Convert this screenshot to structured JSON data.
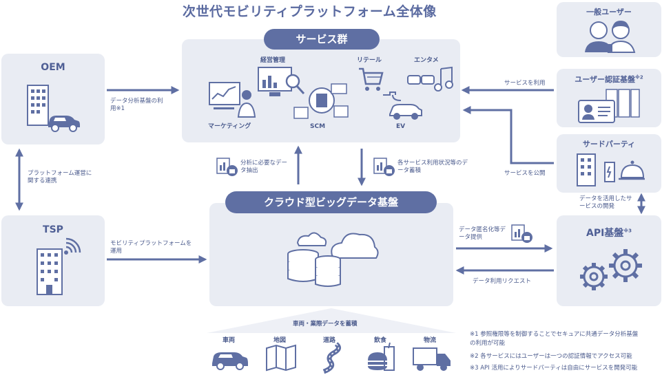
{
  "title": "次世代モビリティプラットフォーム全体像",
  "service_group": {
    "label": "サービス群",
    "items": [
      "経営管理",
      "リテール",
      "エンタメ",
      "マーケティング",
      "SCM",
      "EV"
    ]
  },
  "cloud": {
    "label": "クラウド型ビッグデータ基盤"
  },
  "oem": {
    "label": "OEM"
  },
  "tsp": {
    "label": "TSP"
  },
  "general_user": {
    "label": "一般ユーザー"
  },
  "user_auth": {
    "label": "ユーザー認証基盤",
    "note": "※2"
  },
  "third_party": {
    "label": "サードパーティ"
  },
  "api": {
    "label": "API基盤",
    "note": "※3"
  },
  "arrows": {
    "oem_to_service": "データ分析基盤の利用※1",
    "oem_tsp": "プラットフォーム運営に関する連携",
    "tsp_to_cloud": "モビリティプラットフォームを運用",
    "extract": "分析に必要なデータ抽出",
    "accumulate": "各サービス利用状況等のデータ蓄積",
    "use_service": "サービスを利用",
    "publish_service": "サービスを公開",
    "third_api": "データを活用したサービスの開発",
    "anon": "データ匿名化等データ提供",
    "request": "データ利用リクエスト"
  },
  "accumulate_section": {
    "label": "車両・業際データを蓄積",
    "items": [
      "車両",
      "地図",
      "道路",
      "飲食",
      "物流"
    ]
  },
  "notes": [
    "※1 参照権限等を制御することでセキュアに共通データ分析基盤",
    "の利用が可能",
    "※2 各サービスにはユーザーは一つの認証情報でアクセス可能",
    "※3 API 活用によりサードパーティは自由にサービスを開発可能"
  ],
  "colors": {
    "primary": "#5f6fa3",
    "box": "#e9ecf3",
    "text": "#4a5a8c"
  }
}
